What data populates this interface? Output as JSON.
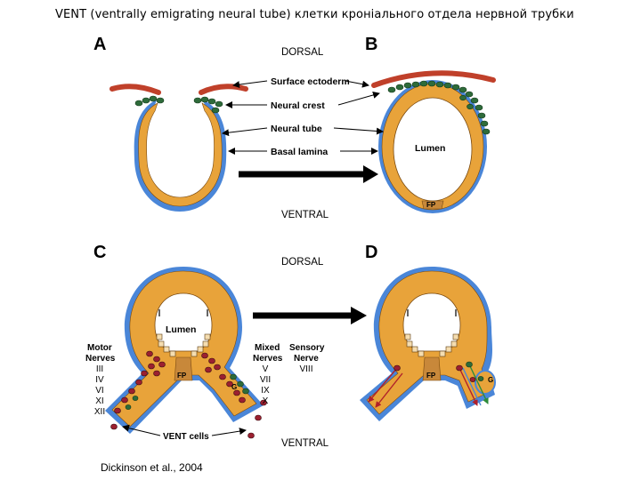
{
  "title": "VENT  (ventrally emigrating neural tube) клетки кроніального отдела нервной трубки",
  "credit": "Dickinson et al., 2004",
  "panels": {
    "a": "A",
    "b": "B",
    "c": "C",
    "d": "D"
  },
  "orientation": {
    "dorsal_top": "DORSAL",
    "ventral_top": "VENTRAL",
    "dorsal_bottom": "DORSAL",
    "ventral_bottom": "VENTRAL"
  },
  "labels": {
    "surface_ectoderm": "Surface ectoderm",
    "neural_crest": "Neural crest",
    "neural_tube": "Neural tube",
    "basal_lamina": "Basal lamina",
    "lumen_b": "Lumen",
    "fp_b": "FP",
    "lumen_c": "Lumen",
    "fp_c": "FP",
    "g_c": "G",
    "fp_d": "FP",
    "g_d": "G",
    "vent_cells": "VENT cells"
  },
  "nerves": {
    "motor_title_1": "Motor",
    "motor_title_2": "Nerves",
    "motor_list": [
      "III",
      "IV",
      "VI",
      "XI",
      "XII"
    ],
    "mixed_title_1": "Mixed",
    "mixed_title_2": "Nerves",
    "mixed_list": [
      "V",
      "VII",
      "IX",
      "X"
    ],
    "sensory_title_1": "Sensory",
    "sensory_title_2": "Nerve",
    "sensory_list": [
      "VIII"
    ]
  },
  "colors": {
    "tube_fill": "#E8A33A",
    "basal_lamina": "#4A86D8",
    "surface_ectoderm": "#C0402A",
    "neural_crest": "#2E6B3A",
    "vent_cell": "#9B2030",
    "floor_plate": "#C8883A",
    "arrow": "#000000"
  }
}
